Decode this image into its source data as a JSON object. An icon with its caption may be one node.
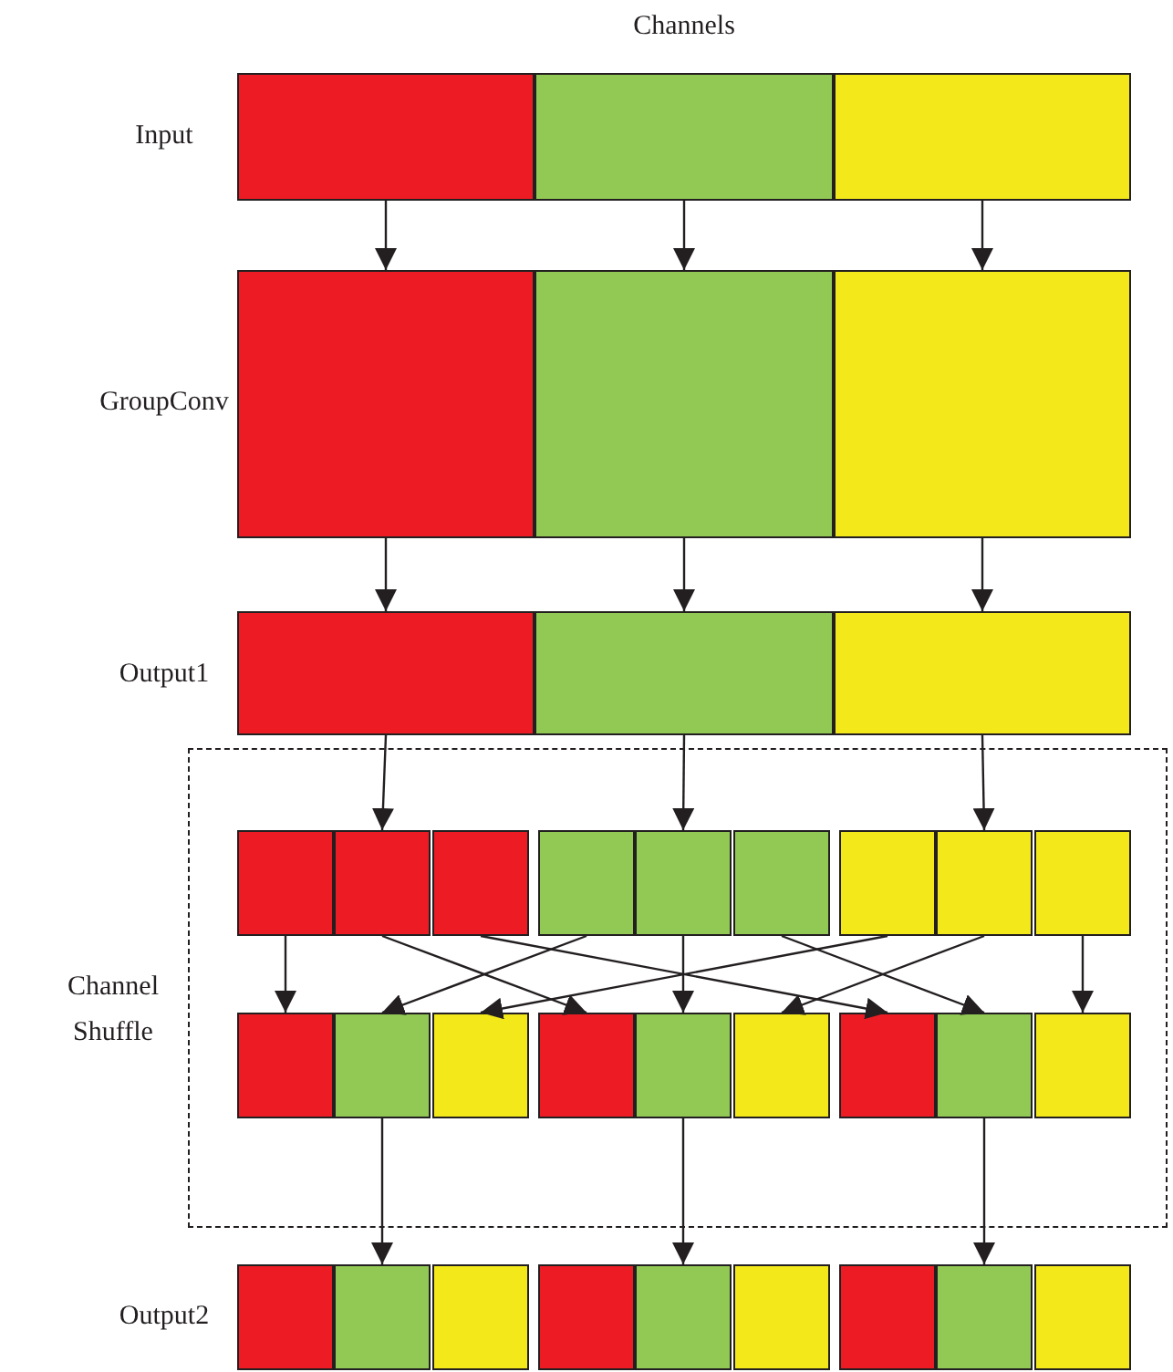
{
  "diagram": {
    "nodes": [
      {
        "text": [],
        "shape": "box"
      },
      {
        "text": [],
        "shape": "box"
      },
      {
        "text": [],
        "shape": "box"
      },
      {
        "text": [],
        "shape": "box"
      },
      {
        "text": [],
        "shape": "box"
      },
      {
        "text": [],
        "shape": "box"
      },
      {
        "text": [],
        "shape": "box"
      },
      {
        "text": [],
        "shape": "box"
      },
      {
        "text": [],
        "shape": "box"
      },
      {
        "text": [
          "Channel Shuffle"
        ]
      },
      {
        "text": [],
        "shape": "box",
        "in": 9
      },
      {
        "text": [],
        "shape": "box",
        "in": 9
      },
      {
        "text": [],
        "shape": "box",
        "in": 9
      },
      {
        "text": [],
        "shape": "box",
        "in": 9
      },
      {
        "text": [],
        "shape": "box",
        "in": 9
      },
      {
        "text": [],
        "shape": "box",
        "in": 9
      },
      {
        "text": [],
        "shape": "box",
        "in": 9
      },
      {
        "text": [],
        "shape": "box",
        "in": 9
      },
      {
        "text": [],
        "shape": "box",
        "in": 9
      },
      {
        "text": [],
        "shape": "box",
        "in": 9
      },
      {
        "text": [],
        "shape": "box",
        "in": 9
      },
      {
        "text": [],
        "shape": "box",
        "in": 9
      },
      {
        "text": [],
        "shape": "box",
        "in": 9
      },
      {
        "text": [],
        "shape": "box",
        "in": 9
      },
      {
        "text": [],
        "shape": "box",
        "in": 9
      },
      {
        "text": [],
        "shape": "box",
        "in": 9
      },
      {
        "text": [],
        "shape": "box",
        "in": 9
      },
      {
        "text": [],
        "shape": "box",
        "in": 9
      },
      {
        "text": [],
        "shape": "box"
      },
      {
        "text": [],
        "shape": "box"
      },
      {
        "text": [],
        "shape": "box"
      },
      {
        "text": [],
        "shape": "box"
      },
      {
        "text": [],
        "shape": "box"
      },
      {
        "text": [],
        "shape": "box"
      },
      {
        "text": [],
        "shape": "box"
      },
      {
        "text": [],
        "shape": "box"
      },
      {
        "text": [],
        "shape": "box"
      }
    ],
    "edges": [
      {
        "from": 0,
        "to": 3,
        "arrow": "to"
      },
      {
        "from": 1,
        "to": 4,
        "arrow": "to"
      },
      {
        "from": 2,
        "to": 5,
        "arrow": "to"
      },
      {
        "from": 3,
        "to": 6,
        "arrow": "to"
      },
      {
        "from": 4,
        "to": 7,
        "arrow": "to"
      },
      {
        "from": 5,
        "to": 8,
        "arrow": "to"
      },
      {
        "from": 6,
        "to": 11,
        "arrow": "to"
      },
      {
        "from": 7,
        "to": 14,
        "arrow": "to"
      },
      {
        "from": 8,
        "to": 17,
        "arrow": "to"
      },
      {
        "from": 10,
        "to": 19,
        "arrow": "to"
      },
      {
        "from": 11,
        "to": 22,
        "arrow": "to"
      },
      {
        "from": 12,
        "to": 25,
        "arrow": "to"
      },
      {
        "from": 13,
        "to": 20,
        "arrow": "to"
      },
      {
        "from": 14,
        "to": 23,
        "arrow": "to"
      },
      {
        "from": 15,
        "to": 26,
        "arrow": "to"
      },
      {
        "from": 16,
        "to": 21,
        "arrow": "to"
      },
      {
        "from": 17,
        "to": 24,
        "arrow": "to"
      },
      {
        "from": 18,
        "to": 27,
        "arrow": "to"
      },
      {
        "from": 20,
        "to": 29,
        "arrow": "to"
      },
      {
        "from": 23,
        "to": 32,
        "arrow": "to"
      },
      {
        "from": 26,
        "to": 35,
        "arrow": "to"
      }
    ],
    "labels": [
      "Channels",
      "Input",
      "GroupConv",
      "Output1",
      "Output2"
    ]
  }
}
